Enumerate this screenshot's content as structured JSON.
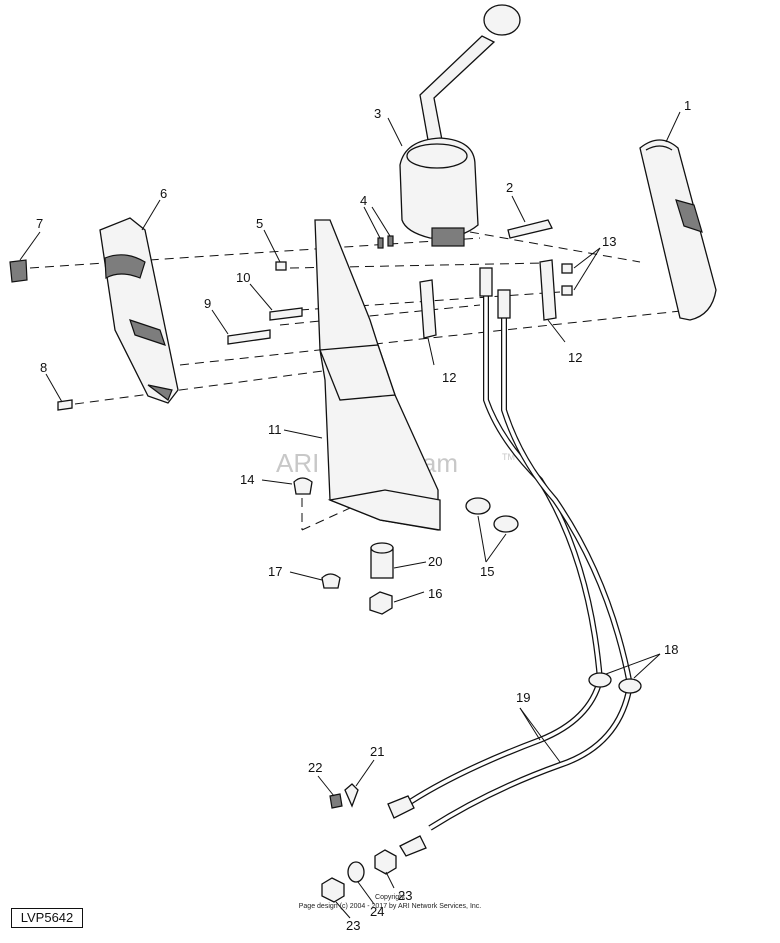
{
  "diagram": {
    "id_label": "LVP5642",
    "watermark": "ARI PartStream",
    "watermark_mark": "TM",
    "footer_line1": "Copyright",
    "footer_line2": "Page design (c) 2004 - 2017 by ARI Network Services, Inc.",
    "callouts": {
      "c1": "1",
      "c2": "2",
      "c3": "3",
      "c4": "4",
      "c5": "5",
      "c6": "6",
      "c7": "7",
      "c8": "8",
      "c9": "9",
      "c10": "10",
      "c11": "11",
      "c12a": "12",
      "c12b": "12",
      "c13": "13",
      "c14": "14",
      "c15": "15",
      "c16": "16",
      "c17": "17",
      "c18": "18",
      "c19": "19",
      "c20": "20",
      "c21": "21",
      "c22": "22",
      "c23a": "23",
      "c23b": "23",
      "c24": "24"
    }
  }
}
